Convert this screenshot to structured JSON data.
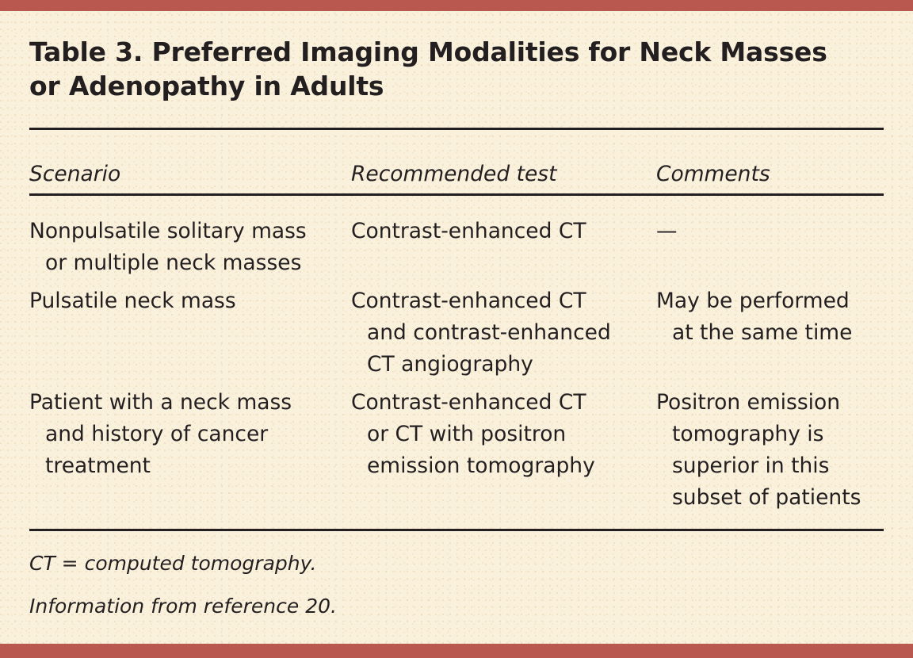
{
  "page": {
    "accent_color": "#b9584f",
    "background_color": "#faf1dd",
    "text_color": "#231f20"
  },
  "title": {
    "line1": "Table 3. Preferred Imaging Modalities for Neck Masses",
    "line2": "or Adenopathy in Adults"
  },
  "table": {
    "headers": {
      "scenario": "Scenario",
      "recommended_test": "Recommended test",
      "comments": "Comments"
    },
    "rows": [
      {
        "scenario": "Nonpulsatile solitary mass\nor multiple neck masses",
        "recommended_test": "Contrast-enhanced CT",
        "comments": "—"
      },
      {
        "scenario": "Pulsatile neck mass",
        "recommended_test": "Contrast-enhanced CT\nand contrast-enhanced\nCT angiography",
        "comments": "May be performed\nat the same time"
      },
      {
        "scenario": "Patient with a neck mass\nand history of cancer\ntreatment",
        "recommended_test": "Contrast-enhanced CT\nor CT with positron\nemission tomography",
        "comments": "Positron emission\ntomography is\nsuperior in this\nsubset of patients"
      }
    ]
  },
  "footnotes": {
    "abbreviation": "CT = computed tomography.",
    "source": "Information from reference 20."
  }
}
